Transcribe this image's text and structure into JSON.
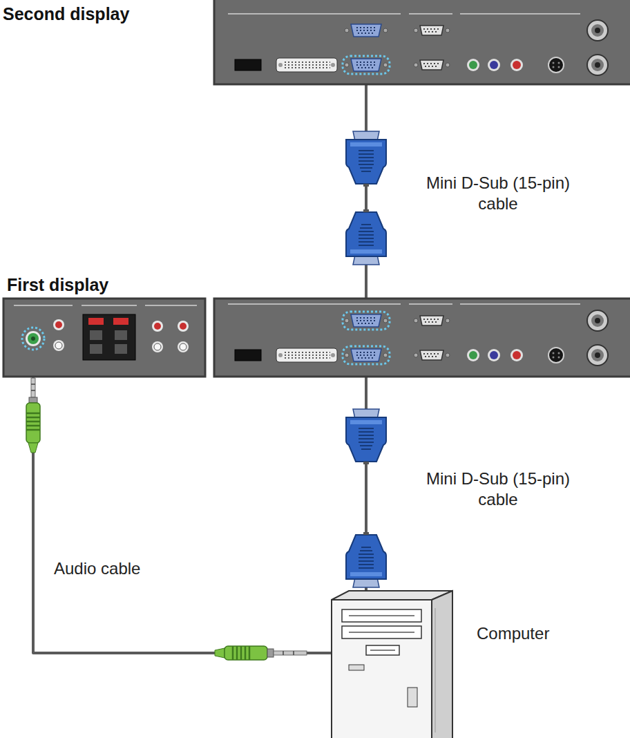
{
  "diagram": {
    "nodes": [
      {
        "text": [
          "Second display"
        ]
      },
      {
        "text": [
          "First display"
        ]
      },
      {
        "text": [
          "Computer"
        ]
      }
    ],
    "edges": [
      {
        "from": 0,
        "to": 1,
        "arrow": "none",
        "label": "Mini D-Sub (15-pin) cable"
      },
      {
        "from": 1,
        "to": 2,
        "arrow": "none",
        "label": "Mini D-Sub (15-pin) cable"
      },
      {
        "from": 1,
        "to": 2,
        "arrow": "none",
        "label": "Audio cable"
      }
    ]
  }
}
